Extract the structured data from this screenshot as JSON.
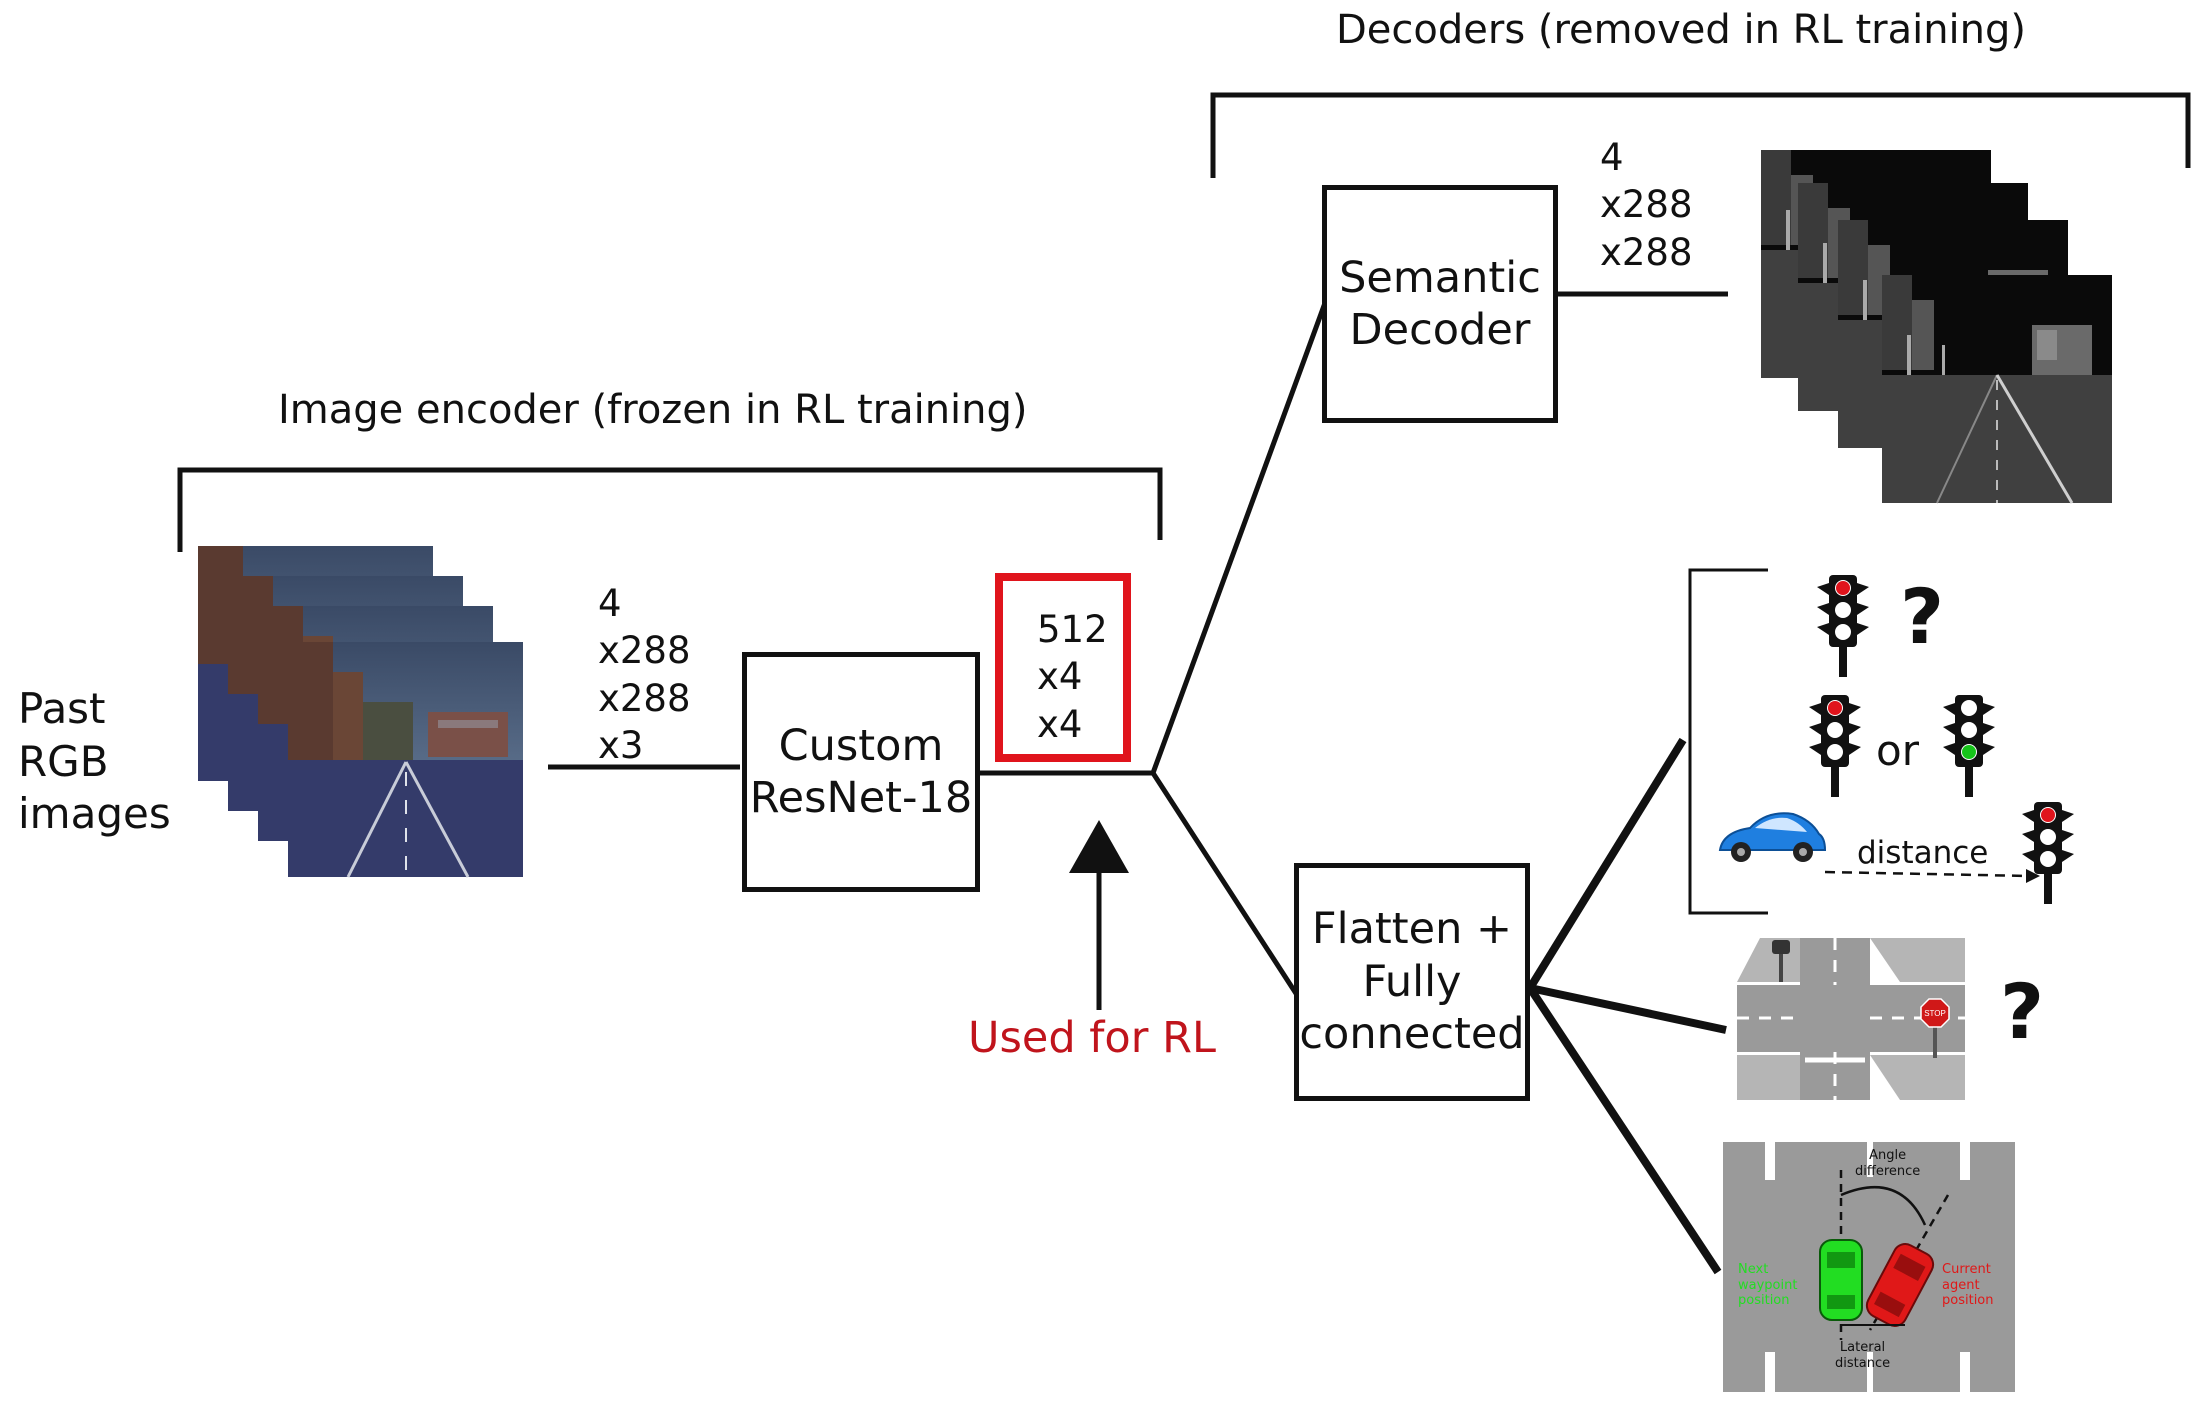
{
  "encoder_bracket_label": "Image encoder (frozen in RL training)",
  "decoder_bracket_label": "Decoders (removed in RL training)",
  "input_label": "Past\nRGB\nimages",
  "input_dims": "4\nx288\nx288\nx3",
  "resnet_label": "Custom\nResNet-18",
  "latent_dims": "512\nx4\nx4",
  "rl_label": "Used for RL",
  "semantic_decoder_label": "Semantic\nDecoder",
  "semantic_dims": "4\nx288\nx288",
  "fc_label": "Flatten +\nFully\nconnected",
  "traffic_or": "or",
  "distance_label": "distance",
  "question_mark": "?",
  "stop_sign_text": "STOP",
  "waypoint": {
    "angle_label": "Angle\ndifference",
    "waypoint_label": "Next\nwaypoint\nposition",
    "agent_label": "Current\nagent\nposition",
    "lateral_label": "Lateral\ndistance"
  },
  "colors": {
    "highlight": "#e0141c",
    "rl_text": "#c0141c",
    "light_red": "#e0141c",
    "light_green": "#16c41a",
    "car_blue": "#1f7fe0",
    "waypoint_green": "#22dd22",
    "agent_red": "#e01818",
    "road_gray": "#9a9a9a"
  },
  "icons": [
    "rgb-frame-stack",
    "semantic-frame-stack",
    "traffic-light-icon",
    "question-mark-icon",
    "blue-car-icon",
    "intersection-icon",
    "stop-sign-icon",
    "waypoint-diagram"
  ]
}
